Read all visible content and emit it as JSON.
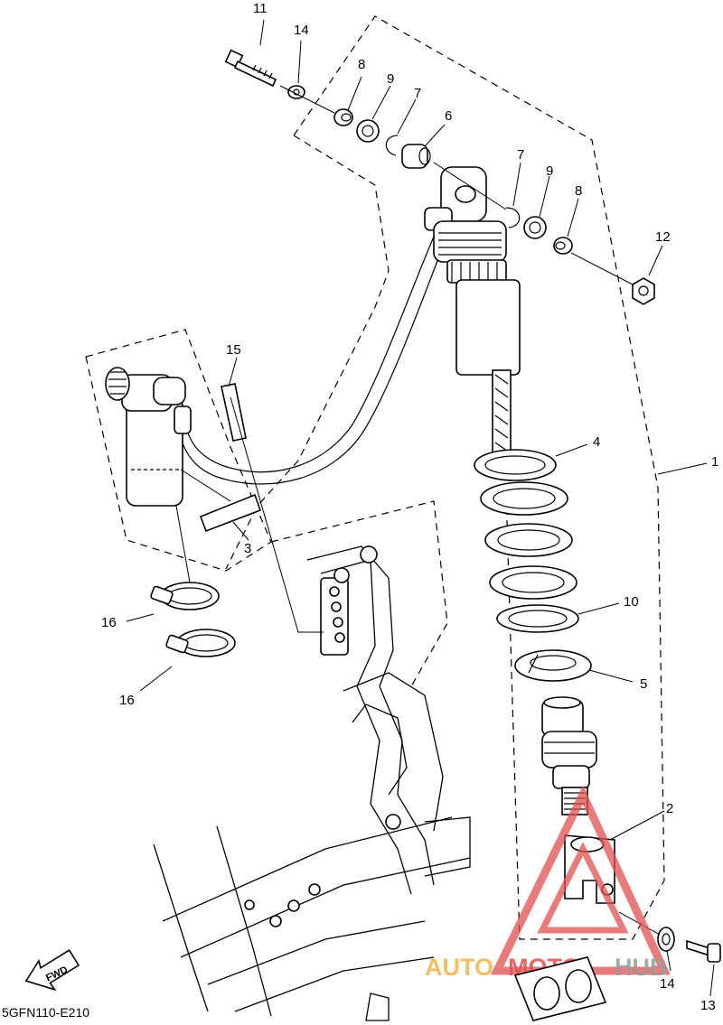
{
  "diagram": {
    "code": "5GFN110-E210",
    "fwd_label": "FWD",
    "callouts": {
      "c1": "1",
      "c2": "2",
      "c3": "3",
      "c4": "4",
      "c5": "5",
      "c6": "6",
      "c7a": "7",
      "c7b": "7",
      "c8a": "8",
      "c8b": "8",
      "c9a": "9",
      "c9b": "9",
      "c10": "10",
      "c11": "11",
      "c12": "12",
      "c13": "13",
      "c14a": "14",
      "c14b": "14",
      "c15": "15",
      "c16a": "16",
      "c16b": "16"
    }
  },
  "watermark": {
    "text_auto": "AUTO",
    "text_moto": "MOTO",
    "text_hub": "HUB",
    "color_red": "#e05050",
    "color_orange": "#f2b34a",
    "color_gray": "#9a9a9a"
  }
}
